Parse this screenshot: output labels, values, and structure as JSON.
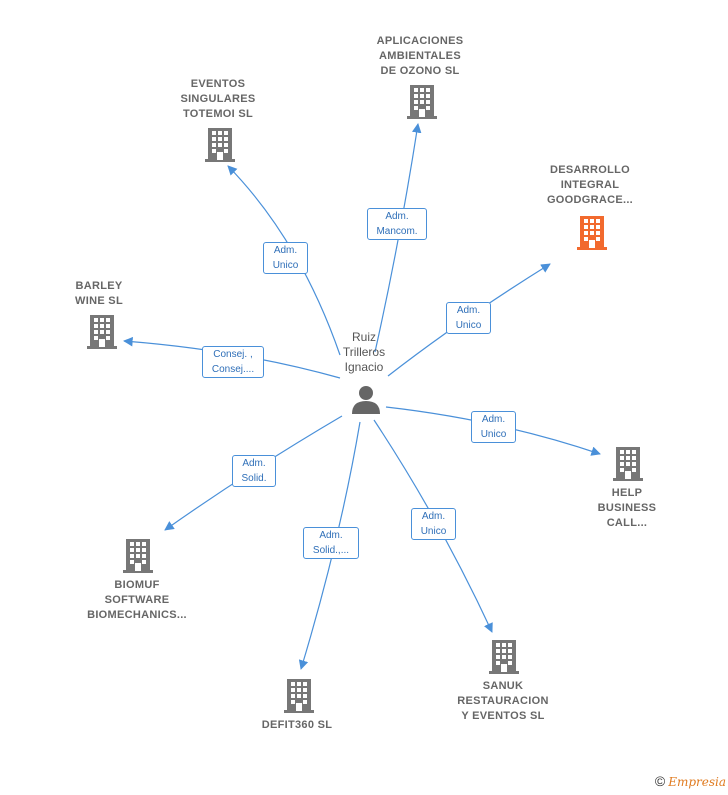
{
  "center": {
    "name": "Ruiz\nTrilleros\nIgnacio"
  },
  "companies": [
    {
      "id": "eventos",
      "name": "EVENTOS\nSINGULARES\nTOTEMOI  SL",
      "role": "Adm.\nUnico"
    },
    {
      "id": "aplicaciones",
      "name": "APLICACIONES\nAMBIENTALES\nDE OZONO SL",
      "role": "Adm.\nMancom."
    },
    {
      "id": "desarrollo",
      "name": "DESARROLLO\nINTEGRAL\nGOODGRACE...",
      "role": "Adm.\nUnico"
    },
    {
      "id": "barley",
      "name": "BARLEY\nWINE  SL",
      "role": "Consej. ,\nConsej...."
    },
    {
      "id": "help",
      "name": "HELP\nBUSINESS\nCALL...",
      "role": "Adm.\nUnico"
    },
    {
      "id": "biomuf",
      "name": "BIOMUF\nSOFTWARE\nBIOMECHANICS...",
      "role": "Adm.\nSolid."
    },
    {
      "id": "defit",
      "name": "DEFIT360  SL",
      "role": "Adm.\nSolid.,..."
    },
    {
      "id": "sanuk",
      "name": "SANUK\nRESTAURACION\nY EVENTOS  SL",
      "role": "Adm.\nUnico"
    }
  ],
  "colors": {
    "edge": "#4a90d9",
    "building": "#777777",
    "highlight": "#f26a2e",
    "person": "#666666"
  },
  "footer": {
    "copyright": "©",
    "brand": "Empresia"
  }
}
